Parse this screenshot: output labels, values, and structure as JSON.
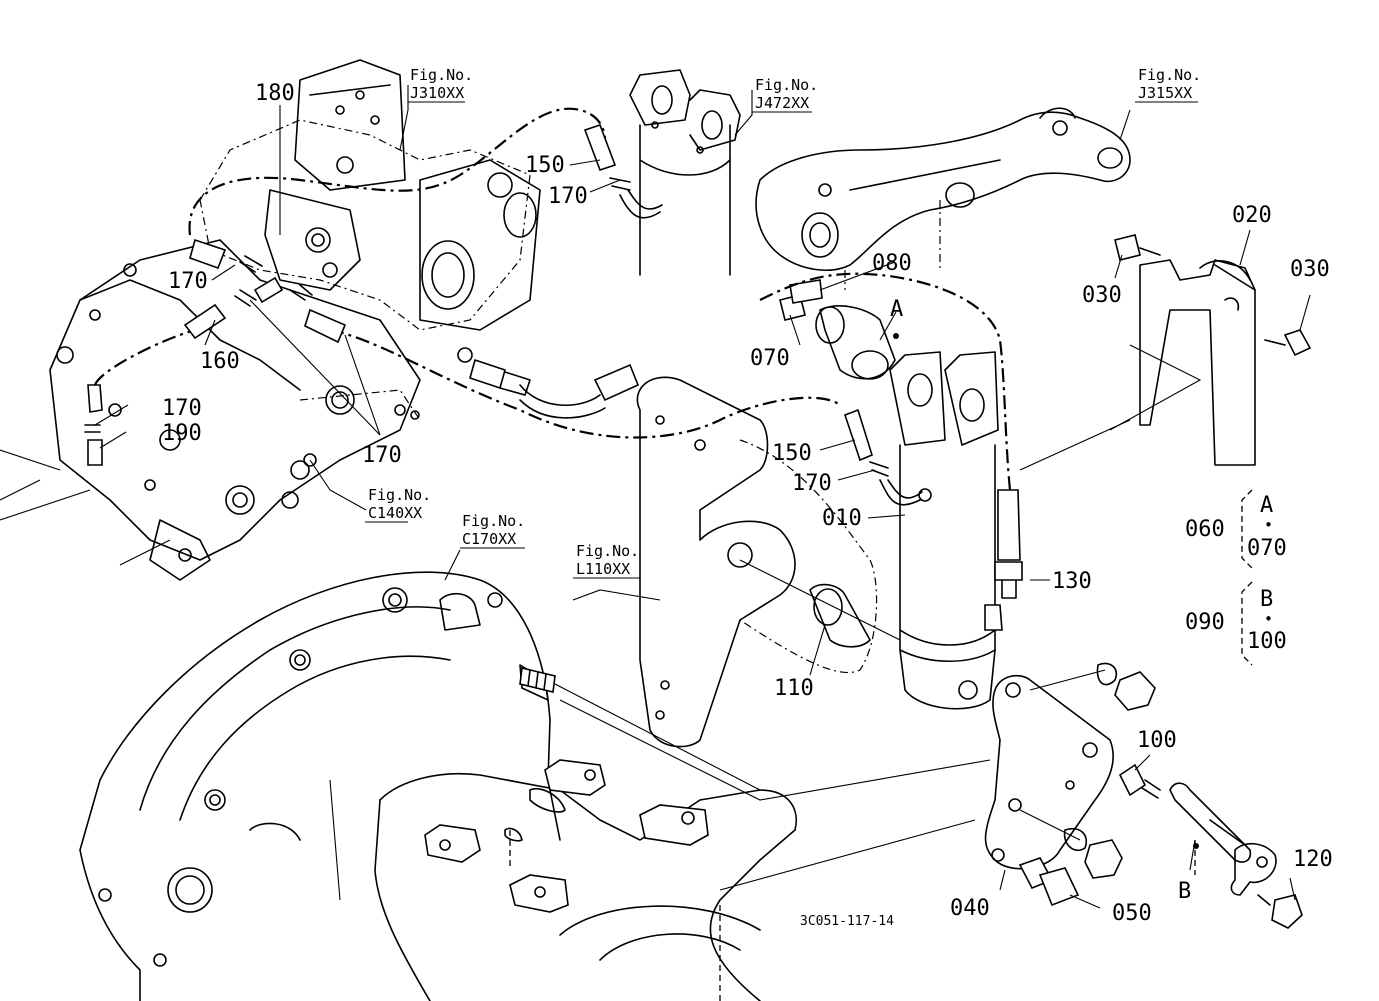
{
  "drawing_code": "3C051-117-14",
  "fig_refs": [
    {
      "heading": "Fig.No.",
      "code": "J310XX"
    },
    {
      "heading": "Fig.No.",
      "code": "J472XX"
    },
    {
      "heading": "Fig.No.",
      "code": "J315XX"
    },
    {
      "heading": "Fig.No.",
      "code": "C140XX"
    },
    {
      "heading": "Fig.No.",
      "code": "C170XX"
    },
    {
      "heading": "Fig.No.",
      "code": "L110XX"
    }
  ],
  "part_labels": [
    "180",
    "150",
    "170",
    "170",
    "160",
    "170",
    "190",
    "170",
    "080",
    "070",
    "150",
    "170",
    "010",
    "130",
    "110",
    "100",
    "040",
    "050",
    "120",
    "020",
    "030",
    "030"
  ],
  "view_markers": [
    "A",
    "A",
    "B",
    "B"
  ],
  "groups": [
    {
      "group": "060",
      "marker": "A",
      "dot": "•",
      "item": "070"
    },
    {
      "group": "090",
      "marker": "B",
      "dot": "•",
      "item": "100"
    }
  ]
}
